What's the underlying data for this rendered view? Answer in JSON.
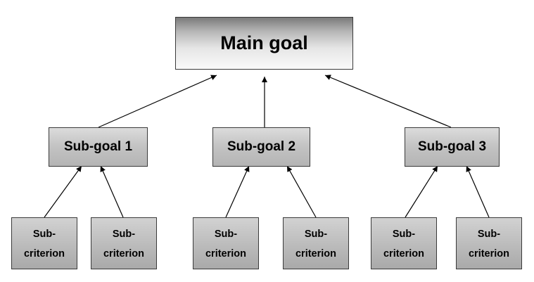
{
  "main_goal": {
    "label": "Main goal"
  },
  "sub_goals": [
    {
      "label": "Sub-goal 1"
    },
    {
      "label": "Sub-goal 2"
    },
    {
      "label": "Sub-goal 3"
    }
  ],
  "criteria": [
    {
      "line1": "Sub-",
      "line2": "criterion"
    },
    {
      "line1": "Sub-",
      "line2": "criterion"
    },
    {
      "line1": "Sub-",
      "line2": "criterion"
    },
    {
      "line1": "Sub-",
      "line2": "criterion"
    },
    {
      "line1": "Sub-",
      "line2": "criterion"
    },
    {
      "line1": "Sub-",
      "line2": "criterion"
    }
  ]
}
